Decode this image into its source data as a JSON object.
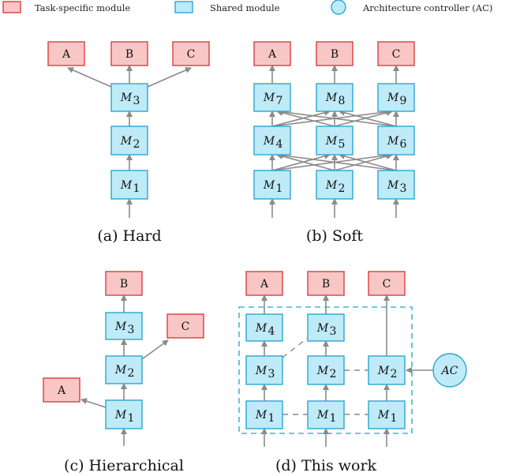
{
  "legend": [
    {
      "kind": "task",
      "label": "Task-specific module"
    },
    {
      "kind": "shared",
      "label": "Shared module"
    },
    {
      "kind": "controller",
      "label": "Architecture controller (AC)"
    }
  ],
  "panels": [
    {
      "id": "hard",
      "caption": "(a) Hard",
      "tasks": [
        "A",
        "B",
        "C"
      ],
      "modules": [
        "1",
        "2",
        "3"
      ]
    },
    {
      "id": "soft",
      "caption": "(b) Soft",
      "tasks": [
        "A",
        "B",
        "C"
      ],
      "modules": [
        "1",
        "2",
        "3",
        "4",
        "5",
        "6",
        "7",
        "8",
        "9"
      ]
    },
    {
      "id": "hierarchical",
      "caption": "(c) Hierarchical",
      "tasks": [
        "A",
        "B",
        "C"
      ],
      "modules": [
        "1",
        "2",
        "3"
      ]
    },
    {
      "id": "this_work",
      "caption": "(d) This work",
      "tasks": [
        "A",
        "B",
        "C"
      ],
      "modules": [
        "4",
        "3",
        "3",
        "2",
        "2",
        "1",
        "1",
        "1"
      ],
      "controller": "AC"
    }
  ],
  "colors": {
    "task_fill": "#f9c6c6",
    "task_stroke": "#d94040",
    "shared_fill": "#bfeaf7",
    "shared_stroke": "#2aa7cf",
    "edge": "#8a8a8a"
  }
}
